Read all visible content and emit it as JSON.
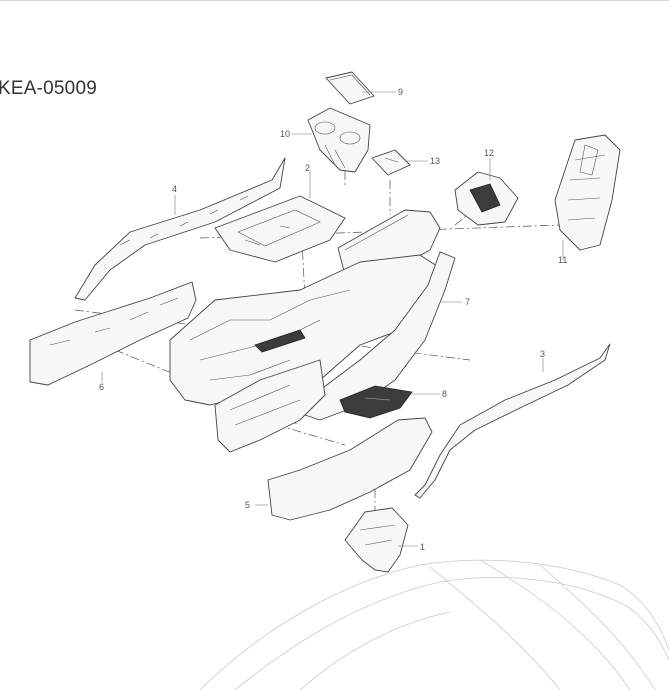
{
  "diagram": {
    "code": "KEA-05009",
    "callouts": [
      {
        "id": "part-1",
        "label": "1"
      },
      {
        "id": "part-2",
        "label": "2"
      },
      {
        "id": "part-3",
        "label": "3"
      },
      {
        "id": "part-4",
        "label": "4"
      },
      {
        "id": "part-5",
        "label": "5"
      },
      {
        "id": "part-6",
        "label": "6"
      },
      {
        "id": "part-7",
        "label": "7"
      },
      {
        "id": "part-8",
        "label": "8"
      },
      {
        "id": "part-9",
        "label": "9"
      },
      {
        "id": "part-10",
        "label": "10"
      },
      {
        "id": "part-11",
        "label": "11"
      },
      {
        "id": "part-12",
        "label": "12"
      },
      {
        "id": "part-13",
        "label": "13"
      }
    ]
  }
}
